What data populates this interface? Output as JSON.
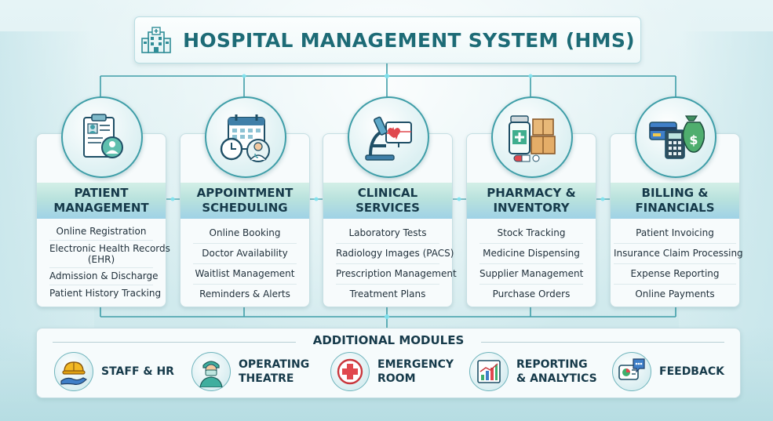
{
  "title": "HOSPITAL MANAGEMENT SYSTEM (HMS)",
  "modules": [
    {
      "head1": "PATIENT",
      "head2": "MANAGEMENT",
      "icon": "patient-record-icon",
      "items": [
        "Online Registration",
        "Electronic Health Records",
        "(EHR)",
        "Admission & Discharge",
        "Patient History Tracking"
      ]
    },
    {
      "head1": "APPOINTMENT",
      "head2": "SCHEDULING",
      "icon": "calendar-clock-doctor-icon",
      "items": [
        "Online Booking",
        "Doctor Availability",
        "Waitlist Management",
        "Reminders & Alerts"
      ]
    },
    {
      "head1": "CLINICAL",
      "head2": "SERVICES",
      "icon": "microscope-heartbeat-icon",
      "items": [
        "Laboratory Tests",
        "Radiology Images (PACS)",
        "Prescription Management",
        "Treatment Plans"
      ]
    },
    {
      "head1": "PHARMACY &",
      "head2": "INVENTORY",
      "icon": "medicine-boxes-icon",
      "items": [
        "Stock Tracking",
        "Medicine Dispensing",
        "Supplier Management",
        "Purchase Orders"
      ]
    },
    {
      "head1": "BILLING &",
      "head2": "FINANCIALS",
      "icon": "billing-calculator-money-icon",
      "items": [
        "Patient Invoicing",
        "Insurance Claim Processing",
        "Expense Reporting",
        "Online Payments"
      ]
    }
  ],
  "additional": {
    "title": "ADDITIONAL MODULES",
    "items": [
      {
        "line1": "STAFF & HR",
        "line2": "",
        "icon": "hard-hat-hand-icon"
      },
      {
        "line1": "OPERATING",
        "line2": "THEATRE",
        "icon": "surgeon-icon"
      },
      {
        "line1": "EMERGENCY",
        "line2": "ROOM",
        "icon": "red-cross-icon"
      },
      {
        "line1": "REPORTING",
        "line2": "& ANALYTICS",
        "icon": "bar-chart-icon"
      },
      {
        "line1": "FEEDBACK",
        "line2": "",
        "icon": "feedback-chat-icon"
      }
    ]
  },
  "colors": {
    "accent": "#1d6b76",
    "connector": "#3f9ea8",
    "header_from": "#b9e2dd",
    "header_to": "#9fd2e6"
  }
}
